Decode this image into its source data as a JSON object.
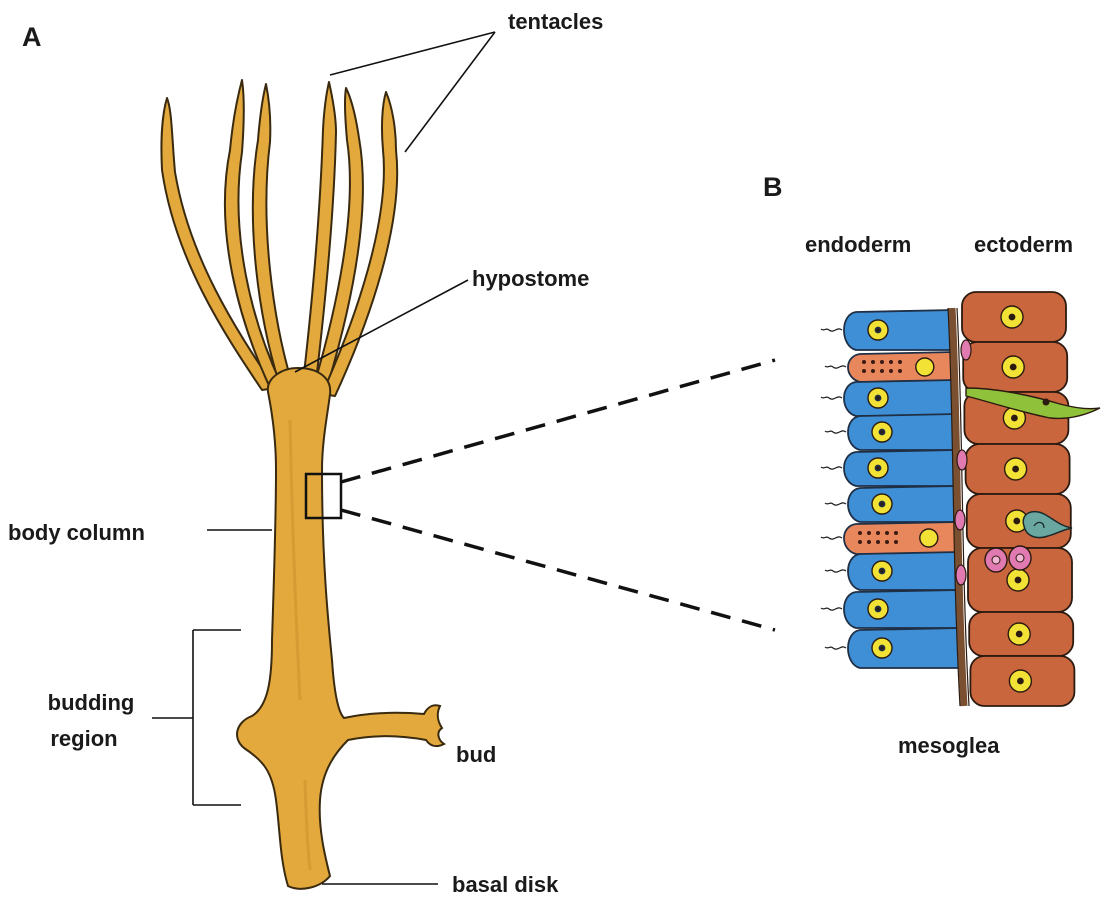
{
  "panels": {
    "a": "A",
    "b": "B"
  },
  "labels": {
    "tentacles": "tentacles",
    "hypostome": "hypostome",
    "body_column": "body column",
    "budding_region_line1": "budding",
    "budding_region_line2": "region",
    "bud": "bud",
    "basal_disk": "basal disk",
    "endoderm": "endoderm",
    "ectoderm": "ectoderm",
    "mesoglea": "mesoglea"
  },
  "colors": {
    "body": "#e3a93c",
    "body_outline": "#3a2a10",
    "endoderm": "#3f8fd6",
    "ectoderm": "#c9663e",
    "gland_cell": "#e8875c",
    "nucleus": "#f1e235",
    "mesoglea": "#7a5030",
    "interstitial": "#e27ab2",
    "nerve_cell": "#8fc23a",
    "nematocyte": "#6aa7a0"
  }
}
